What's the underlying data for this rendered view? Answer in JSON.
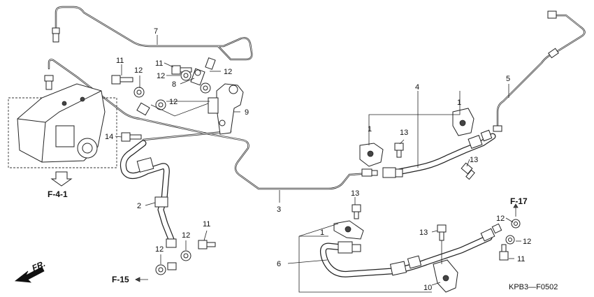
{
  "diagram": {
    "callouts": {
      "c1a": "1",
      "c1b": "1",
      "c1c": "1",
      "c2": "2",
      "c3": "3",
      "c4": "4",
      "c5": "5",
      "c6": "6",
      "c7": "7",
      "c8": "8",
      "c9": "9",
      "c10": "10",
      "c11a": "11",
      "c11b": "11",
      "c11c": "11",
      "c11d": "11",
      "c12a": "12",
      "c12b": "12",
      "c12c": "12",
      "c12d": "12",
      "c12e": "12",
      "c12f": "12",
      "c12g": "12",
      "c12h": "12",
      "c13a": "13",
      "c13b": "13",
      "c13c": "13",
      "c13d": "13",
      "c14": "14"
    },
    "references": {
      "f41": "F-4-1",
      "f15": "F-15",
      "f17": "F-17"
    },
    "front_label": "FR.",
    "diagram_code": "KPB3—F0502"
  }
}
